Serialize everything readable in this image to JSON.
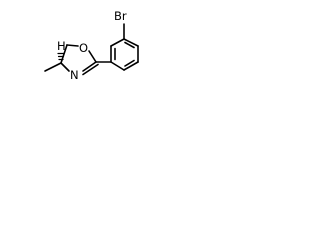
{
  "structure": {
    "atoms": {
      "bromine": "Br",
      "ring_oxygen": "O",
      "ring_nitrogen": "N",
      "stereo_hydrogen": "H"
    },
    "bond_color": "#000000",
    "background": "#ffffff"
  }
}
